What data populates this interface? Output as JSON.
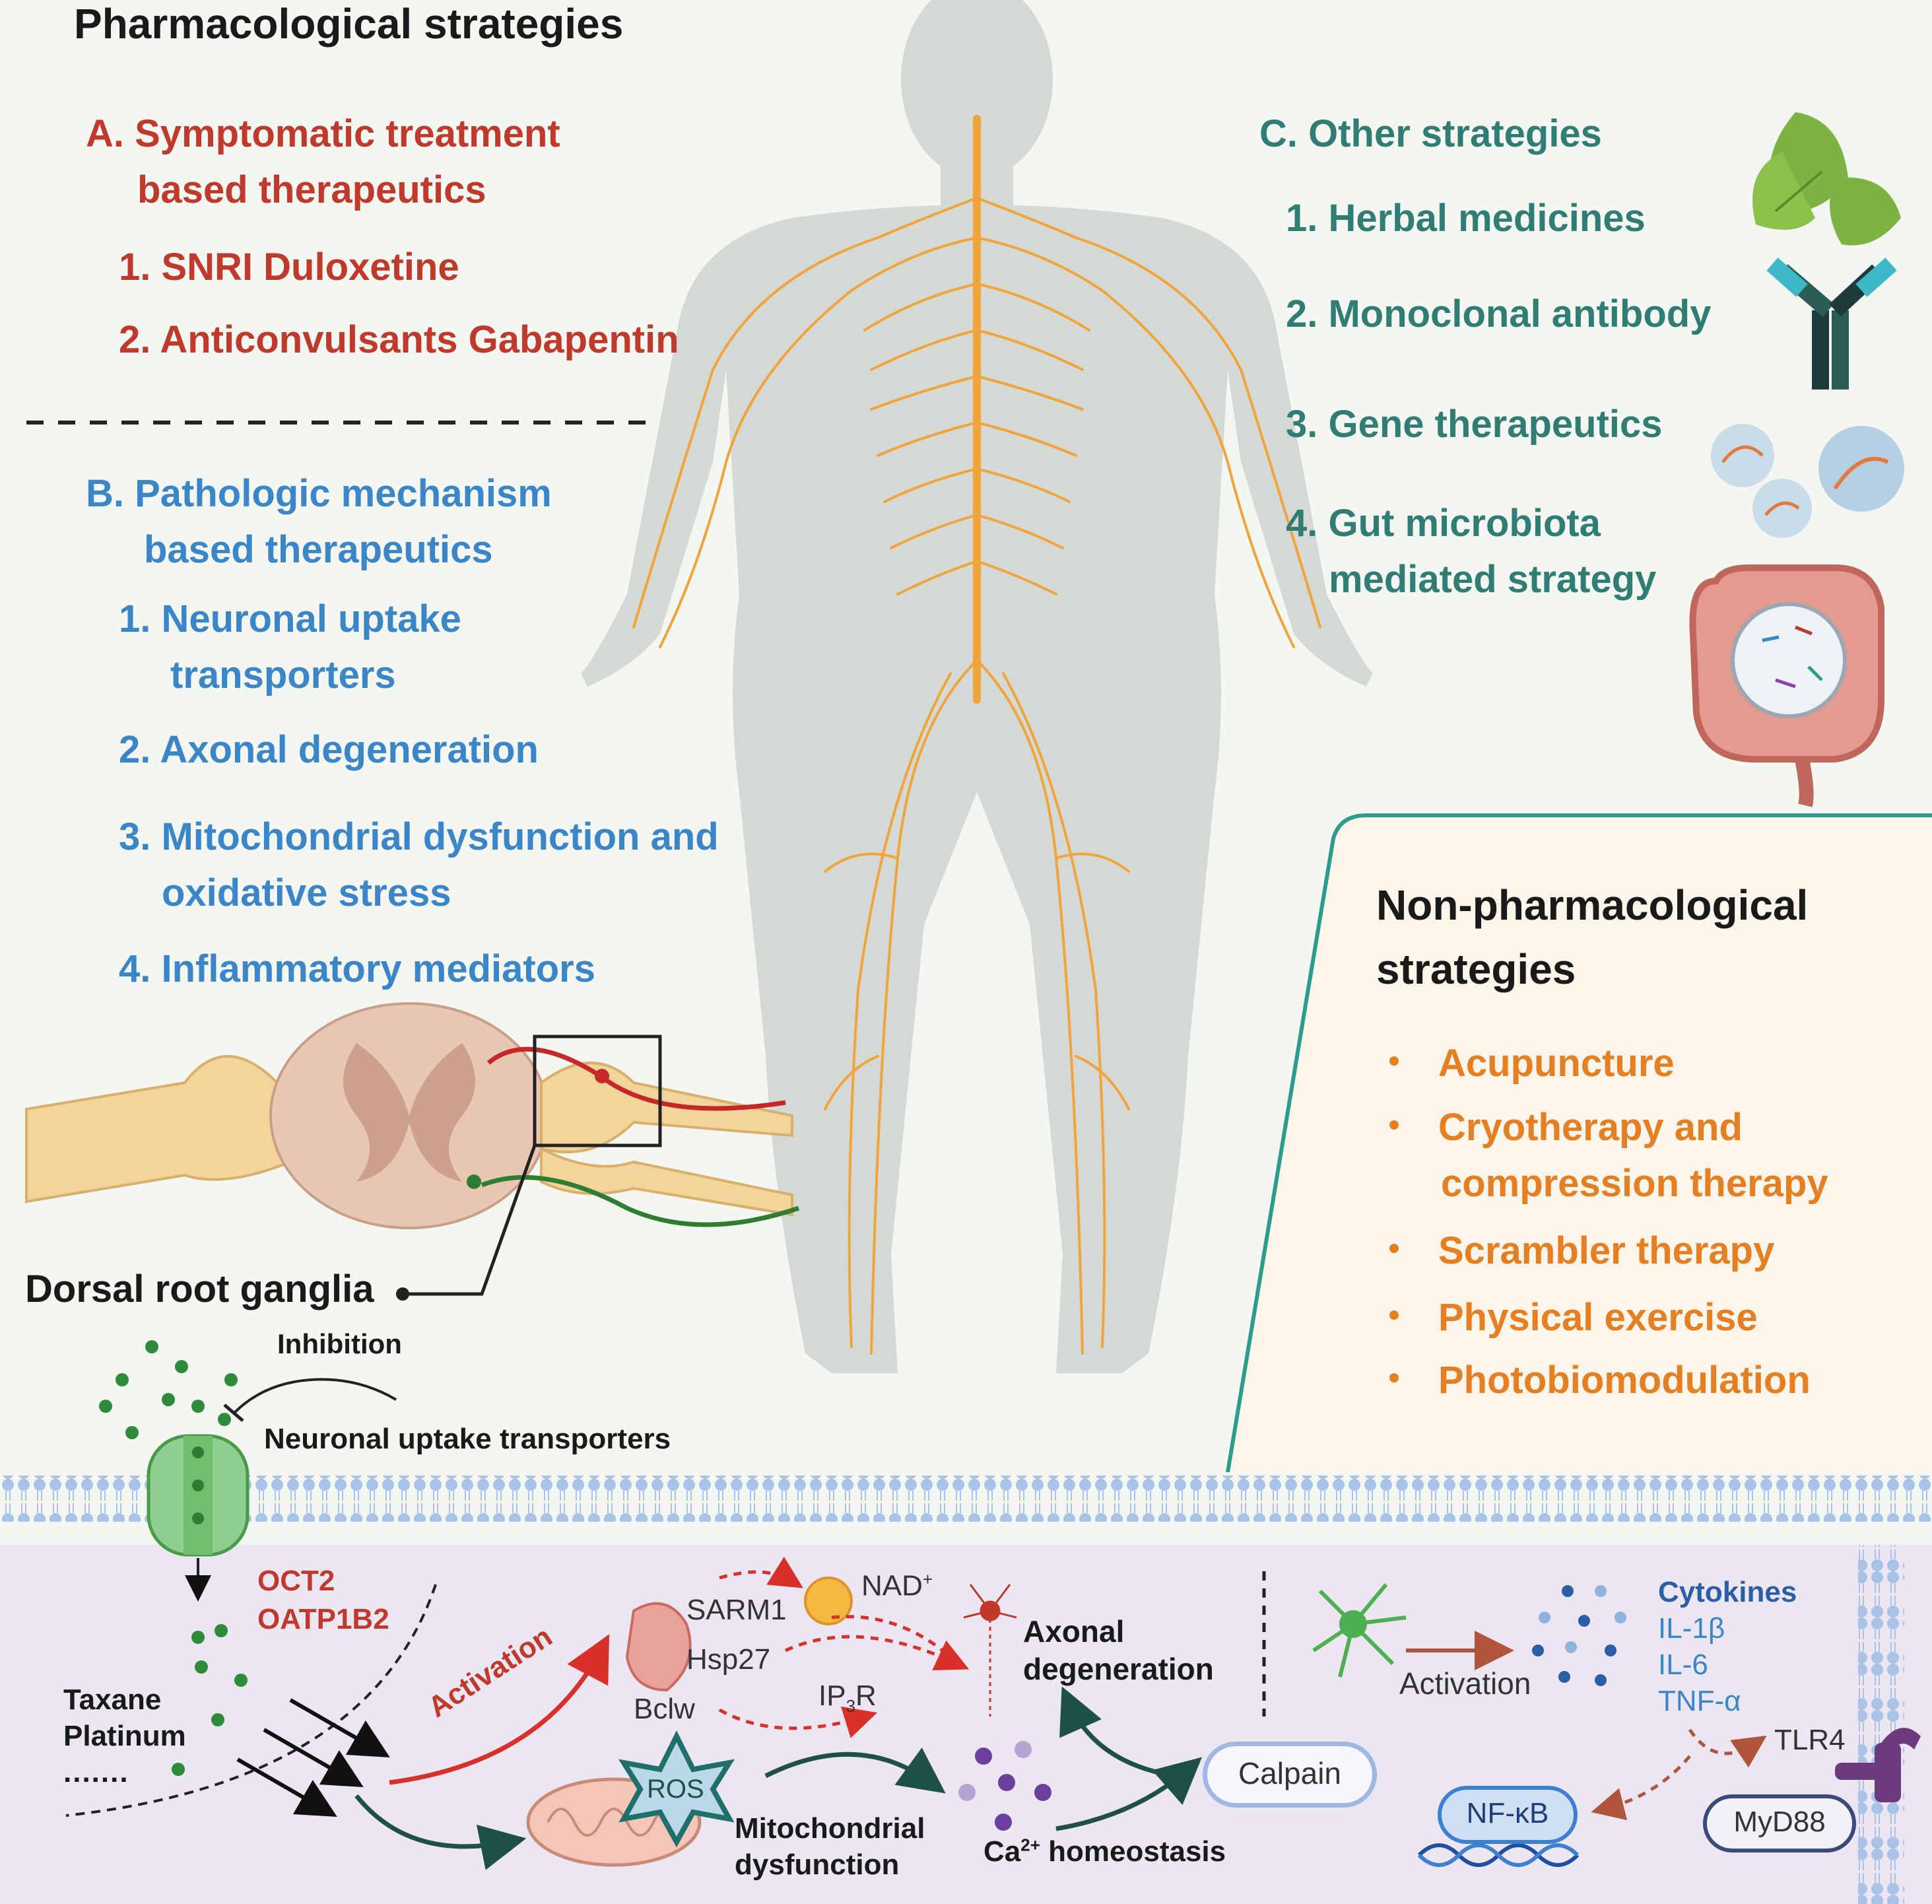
{
  "pharma": {
    "title": "Pharmacological strategies",
    "sectionA": {
      "heading_line1": "A. Symptomatic treatment",
      "heading_line2": "based therapeutics",
      "items": [
        "1. SNRI Duloxetine",
        "2. Anticonvulsants Gabapentin"
      ]
    },
    "sectionB": {
      "heading_line1": "B.  Pathologic mechanism",
      "heading_line2": "based therapeutics",
      "item1_line1": "1. Neuronal uptake",
      "item1_line2": "transporters",
      "item2": "2. Axonal degeneration",
      "item3_line1": "3. Mitochondrial dysfunction and",
      "item3_line2": "oxidative stress",
      "item4": "4. Inflammatory mediators"
    },
    "sectionC": {
      "heading": "C. Other strategies",
      "item1": "1. Herbal medicines",
      "item2": "2. Monoclonal antibody",
      "item3": "3. Gene therapeutics",
      "item4_line1": "4. Gut microbiota",
      "item4_line2": "mediated strategy"
    }
  },
  "nonpharma": {
    "title_line1": "Non-pharmacological",
    "title_line2": "strategies",
    "item1": "Acupuncture",
    "item2_line1": "Cryotherapy and",
    "item2_line2": "compression therapy",
    "item3": "Scrambler therapy",
    "item4": "Physical exercise",
    "item5": "Photobiomodulation"
  },
  "drg_label": "Dorsal root ganglia",
  "mechanism": {
    "inhibition": "Inhibition",
    "transporters": "Neuronal uptake transporters",
    "oct2": "OCT2",
    "oatp": "OATP1B2",
    "taxane": "Taxane",
    "platinum": "Platinum",
    "ellipsis": ".......",
    "activation1": "Activation",
    "sarm1": "SARM1",
    "hsp27": "Hsp27",
    "bclw": "Bclw",
    "nad": "NAD",
    "nad_sup": "+",
    "ip3r_a": "IP",
    "ip3r_sub": "3",
    "ip3r_b": "R",
    "axonal_line1": "Axonal",
    "axonal_line2": "degeneration",
    "ros": "ROS",
    "mito_line1": "Mitochondrial",
    "mito_line2": "dysfunction",
    "ca_a": "Ca",
    "ca_sup": "2+",
    "ca_b": " homeostasis",
    "calpain": "Calpain",
    "activation2": "Activation",
    "cytokines": "Cytokines",
    "il1b": "IL-1β",
    "il6": "IL-6",
    "tnfa": "TNF-α",
    "tlr4": "TLR4",
    "nfkb": "NF-κB",
    "myd88": "MyD88"
  },
  "colors": {
    "red": "#c0392b",
    "blue": "#3a86c8",
    "teal": "#2f7d74",
    "orange": "#e67e22",
    "nerve": "#f0a43a",
    "body": "#d5d9d6"
  }
}
